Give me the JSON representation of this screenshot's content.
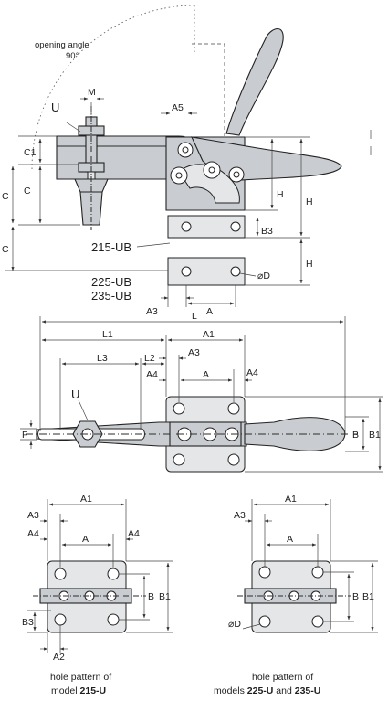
{
  "top_view": {
    "opening_angle": "opening angle",
    "angle_value": "90°",
    "label_U": "U",
    "label_M": "M",
    "label_A5": "A5",
    "label_C1": "C1",
    "label_C": "C",
    "label_H": "H",
    "label_B3": "B3",
    "label_A3": "A3",
    "label_A": "A",
    "label_D": "⌀D",
    "model_215": "215-UB",
    "model_225": "225-UB",
    "model_235": "235-UB"
  },
  "plan_view": {
    "label_L": "L",
    "label_L1": "L1",
    "label_L2": "L2",
    "label_L3": "L3",
    "label_A1": "A1",
    "label_A3": "A3",
    "label_A4": "A4",
    "label_A": "A",
    "label_U": "U",
    "label_F": "F",
    "label_B": "B",
    "label_B1": "B1"
  },
  "patterns": {
    "left": {
      "label_A1": "A1",
      "label_A3": "A3",
      "label_A4": "A4",
      "label_A": "A",
      "label_B": "B",
      "label_B1": "B1",
      "label_B3": "B3",
      "label_A2": "A2",
      "caption_line1": "hole pattern of",
      "caption_prefix": "model ",
      "caption_model": "215-U"
    },
    "right": {
      "label_A1": "A1",
      "label_A3": "A3",
      "label_A": "A",
      "label_B": "B",
      "label_B1": "B1",
      "label_D": "⌀D",
      "caption_line1": "hole pattern of",
      "caption_prefix": "models ",
      "caption_model1": "225-U",
      "caption_and": " and ",
      "caption_model2": "235-U"
    }
  }
}
